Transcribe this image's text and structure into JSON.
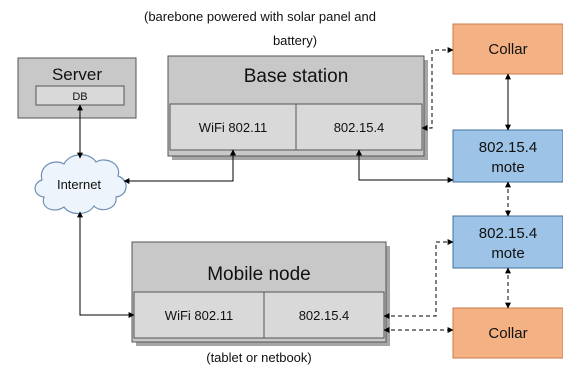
{
  "annotations": {
    "base_station_note": [
      "(barebone powered with solar panel and",
      "battery)"
    ],
    "mobile_node_note": "(tablet or netbook)"
  },
  "server": {
    "title": "Server",
    "db_label": "DB"
  },
  "internet": {
    "label": "Internet"
  },
  "base_station": {
    "title": "Base station",
    "wifi_label": "WiFi 802.11",
    "zigbee_label": "802.15.4"
  },
  "mobile_node": {
    "title": "Mobile node",
    "wifi_label": "WiFi 802.11",
    "zigbee_label": "802.15.4"
  },
  "collar_top": {
    "label": "Collar"
  },
  "mote_top": {
    "label_line1": "802.15.4",
    "label_line2": "mote"
  },
  "mote_bottom": {
    "label_line1": "802.15.4",
    "label_line2": "mote"
  },
  "collar_bottom": {
    "label": "Collar"
  },
  "colors": {
    "gray_box": "#c8c8c8",
    "gray_box_border": "#555555",
    "collar_fill": "#f4b183",
    "collar_border": "#c97b4a",
    "mote_fill": "#9dc3e6",
    "mote_border": "#41719c",
    "cloud_fill": "#eef4fb",
    "cloud_border": "#6f8fb5"
  }
}
